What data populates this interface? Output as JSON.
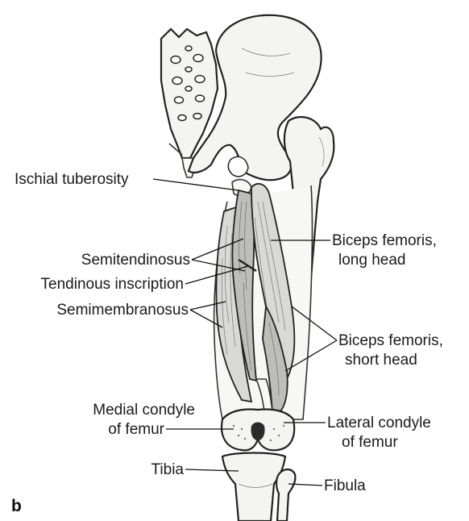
{
  "figure": {
    "panel_label": "b",
    "labels": {
      "ischial_tuberosity": "Ischial tuberosity",
      "semitendinosus": "Semitendinosus",
      "tendinous_inscription": "Tendinous inscription",
      "semimembranosus": "Semimembranosus",
      "biceps_long_line1": "Biceps femoris,",
      "biceps_long_line2": "long head",
      "biceps_short_line1": "Biceps femoris,",
      "biceps_short_line2": "short head",
      "medial_condyle_line1": "Medial condyle",
      "medial_condyle_line2": "of femur",
      "lateral_condyle_line1": "Lateral condyle",
      "lateral_condyle_line2": "of femur",
      "tibia": "Tibia",
      "fibula": "Fibula"
    }
  }
}
